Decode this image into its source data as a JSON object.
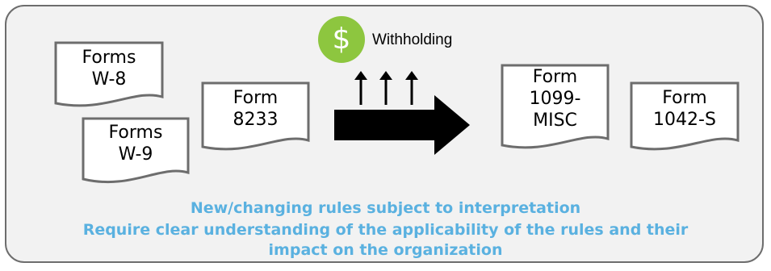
{
  "documents": {
    "forms_w8": {
      "line1": "Forms",
      "line2": "W-8"
    },
    "forms_w9": {
      "line1": "Forms",
      "line2": "W-9"
    },
    "form_8233": {
      "line1": "Form",
      "line2": "8233"
    },
    "form_1099_misc": {
      "line1": "Form",
      "line2": "1099-",
      "line3": "MISC"
    },
    "form_1042_s": {
      "line1": "Form",
      "line2": "1042-S"
    }
  },
  "withholding": {
    "icon": "dollar-coin-icon",
    "symbol": "$",
    "label": "Withholding"
  },
  "captions": {
    "line1": "New/changing rules subject to interpretation",
    "line2": "Require clear understanding of the applicability of the rules and their",
    "line3": "impact on the organization"
  },
  "colors": {
    "frame_bg": "#f2f2f2",
    "frame_border": "#6d6d6d",
    "doc_border": "#6d6d6d",
    "coin": "#8dc63f",
    "caption": "#5ab1e0",
    "arrow": "#000000"
  }
}
